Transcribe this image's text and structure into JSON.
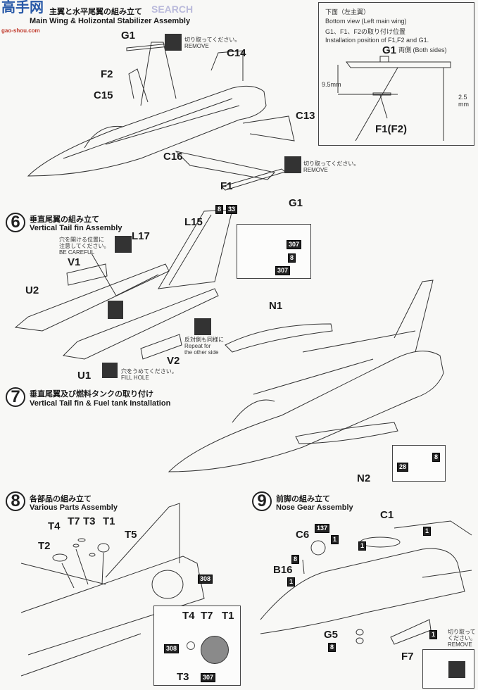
{
  "watermark": {
    "brand": "高手网",
    "url": "gao-shou.com",
    "overlay": "SEARCH"
  },
  "step5": {
    "title_jp": "主翼と水平尾翼の組み立て",
    "title_en": "Main Wing & Holizontal Stabilizer Assembly",
    "parts": [
      "G1",
      "F2",
      "C15",
      "C14",
      "C13",
      "C16",
      "F1",
      "G1"
    ],
    "remove1": {
      "jp": "切り取ってください。",
      "en": "REMOVE"
    },
    "remove2": {
      "jp": "切り取ってください。",
      "en": "REMOVE"
    }
  },
  "inset_bottom_view": {
    "line1": "下面（左主翼）",
    "line2": "Bottom view (Left main wing)",
    "line3": "G1、F1、F2の取り付け位置",
    "line4": "Installation position of F1,F2 and G1.",
    "g1": "G1",
    "both_sides": "両側 (Both sides)",
    "dim1": "9.5mm",
    "dim2a": "2.5",
    "dim2b": "mm",
    "f1f2": "F1(F2)"
  },
  "step6": {
    "number": "6",
    "title_jp": "垂直尾翼の組み立て",
    "title_en": "Vertical Tail fin Assembly",
    "parts": {
      "l15": "L15",
      "l17": "L17",
      "v1": "V1",
      "u2": "U2",
      "v2": "V2",
      "u1": "U1"
    },
    "badges": [
      "8",
      "33"
    ],
    "careful": {
      "jp1": "穴を開ける位置に",
      "jp2": "注意してください。",
      "en": "BE CAREFUL"
    },
    "fill": {
      "jp": "穴をうめてください。",
      "en": "FILL HOLE"
    },
    "repeat": {
      "jp": "反対側も同様に",
      "en1": "Repeat for",
      "en2": "the other side"
    },
    "inset_badges": [
      "307",
      "8",
      "307"
    ]
  },
  "step7": {
    "number": "7",
    "title_jp": "垂直尾翼及び燃料タンクの取り付け",
    "title_en": "Vertical Tail fin & Fuel tank Installation",
    "parts": {
      "n1": "N1",
      "n2": "N2"
    },
    "inset_badges": [
      "28",
      "8"
    ]
  },
  "step8": {
    "number": "8",
    "title_jp": "各部品の組み立て",
    "title_en": "Various Parts Assembly",
    "parts": {
      "t4": "T4",
      "t7": "T7",
      "t3": "T3",
      "t1": "T1",
      "t5": "T5",
      "t2": "T2"
    },
    "badge": "308",
    "inset": {
      "t4": "T4",
      "t7": "T7",
      "t1": "T1",
      "b308": "308",
      "t3": "T3",
      "b307": "307"
    }
  },
  "step9": {
    "number": "9",
    "title_jp": "前脚の組み立て",
    "title_en": "Nose Gear Assembly",
    "parts": {
      "c1": "C1",
      "c6": "C6",
      "b16": "B16",
      "g5": "G5",
      "f7": "F7"
    },
    "badges": {
      "c1": "1",
      "c6": "137",
      "a": "1",
      "b": "1",
      "c": "8",
      "d": "1",
      "e": "8",
      "f": "1"
    },
    "remove": {
      "jp1": "切り取って",
      "jp2": "ください。",
      "en": "REMOVE"
    }
  }
}
